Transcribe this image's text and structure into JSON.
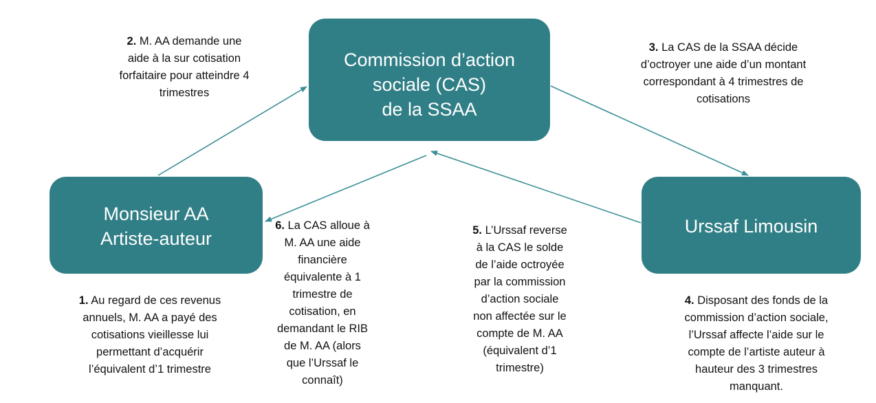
{
  "nodes": {
    "cas": [
      "Commission d’action",
      "sociale (CAS)",
      "de la SSAA"
    ],
    "monsieur": [
      "Monsieur AA",
      "Artiste-auteur"
    ],
    "urssaf": [
      "Urssaf Limousin"
    ]
  },
  "steps": [
    {
      "num": "1.",
      "lines": [
        " Au regard de ces revenus",
        "annuels, M. AA a payé des",
        "cotisations vieillesse lui",
        "permettant d’acquérir",
        "l’équivalent d’1 trimestre"
      ]
    },
    {
      "num": "2.",
      "lines": [
        " M. AA demande une",
        "aide à la sur cotisation",
        "forfaitaire pour atteindre 4",
        "trimestres"
      ]
    },
    {
      "num": "3.",
      "lines": [
        " La CAS de la SSAA décide",
        "d’octroyer une aide d’un montant",
        "correspondant à 4 trimestres de",
        "cotisations"
      ]
    },
    {
      "num": "4.",
      "lines": [
        " Disposant des fonds de la",
        "commission d’action sociale,",
        "l’Urssaf affecte l’aide sur le",
        "compte de l’artiste auteur à",
        "hauteur des 3 trimestres",
        "manquant."
      ]
    },
    {
      "num": "5.",
      "lines": [
        " L’Urssaf reverse",
        "à la CAS le solde",
        "de l’aide octroyée",
        "par la commission",
        "d’action sociale",
        "non affectée sur le",
        "compte de M. AA",
        "(équivalent d’1",
        "trimestre)"
      ]
    },
    {
      "num": "6.",
      "lines": [
        " La CAS alloue à",
        "M. AA une aide",
        "financière",
        "équivalente à 1",
        "trimestre de",
        "cotisation, en",
        "demandant le RIB",
        "de M. AA (alors",
        "que l’Urssaf le",
        "connaît)"
      ]
    }
  ],
  "colors": {
    "box": "#317f86",
    "arrow": "#3a8f98"
  }
}
